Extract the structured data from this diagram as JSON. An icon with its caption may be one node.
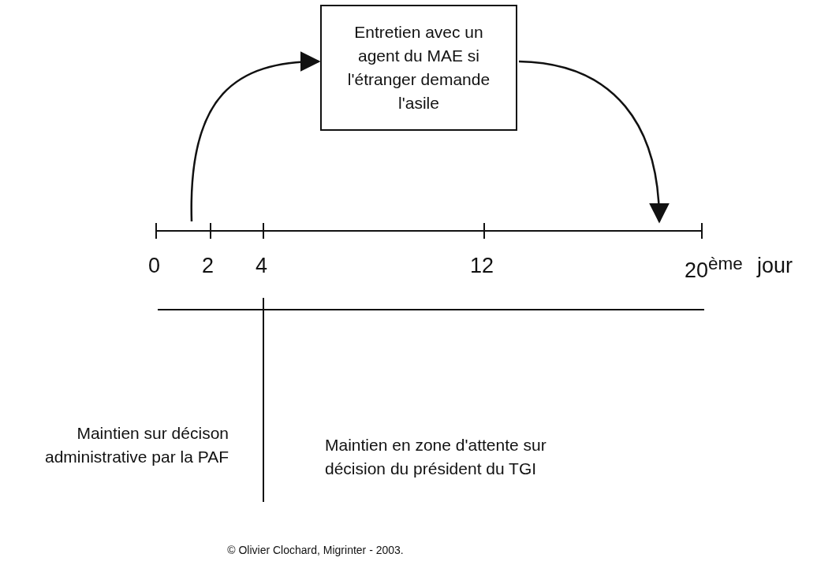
{
  "diagram": {
    "caption": "© Olivier Clochard, Migrinter - 2003.",
    "nodes": [
      {
        "text": [
          "Entretien avec un agent du MAE si l'étranger demande l'asile"
        ]
      },
      {
        "text": [],
        "shape": "bar"
      }
    ],
    "edges": [
      {
        "from": 1,
        "to": 0,
        "arrow": "to"
      },
      {
        "from": 0,
        "to": 1,
        "arrow": "to"
      }
    ],
    "labels": [
      "0",
      "2",
      "4",
      "12",
      "20$^{ème}$",
      "jour",
      "Maintien sur décison administrative par la PAF",
      "Maintien en zone d'attente sur décision du président du TGI"
    ]
  }
}
